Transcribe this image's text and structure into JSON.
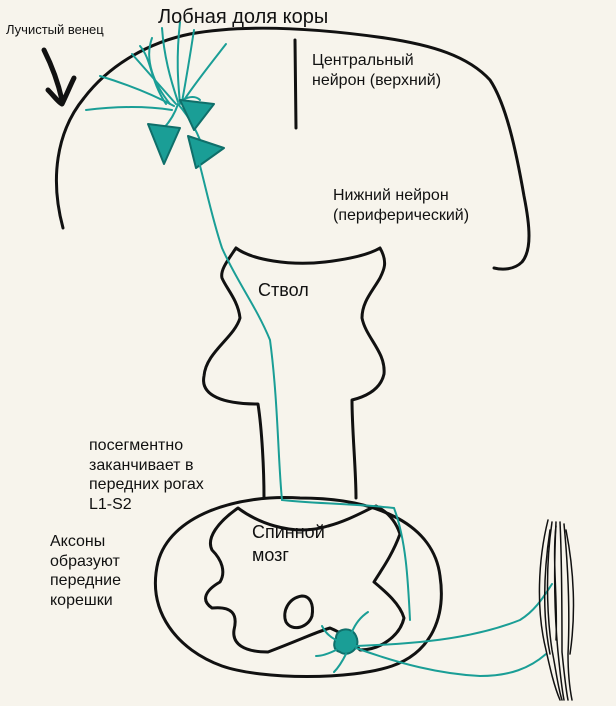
{
  "labels": {
    "radiant_crown": "Лучистый венец",
    "frontal_lobe": "Лобная доля коры",
    "central_neuron": [
      "Центральный",
      "нейрон (верхний)"
    ],
    "lower_neuron": [
      "Нижний нейрон",
      "(периферический)"
    ],
    "brainstem": "Ствол",
    "segmental_ending": [
      "посегментно",
      "заканчивает в",
      "передних рогах",
      "L1-S2"
    ],
    "axons_roots": [
      "Аксоны",
      "образуют",
      "передние",
      "корешки"
    ],
    "spinal_cord": [
      "Спинной",
      "мозг"
    ]
  },
  "colors": {
    "outline": "#111111",
    "neuron": "#1a9e96",
    "neuron_stroke": "#0f6f6a",
    "background": "#f7f4ec"
  }
}
